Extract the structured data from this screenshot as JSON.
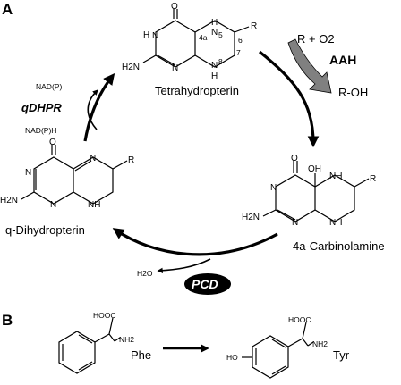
{
  "panels": {
    "a": "A",
    "b": "B"
  },
  "compounds": {
    "tetrahydropterin": "Tetrahydropterin",
    "carbinolamine": "4a-Carbinolamine",
    "dihydropterin": "q-Dihydropterin",
    "phe": "Phe",
    "tyr": "Tyr"
  },
  "atoms": {
    "o": "O",
    "oh": "OH",
    "h": "H",
    "n": "N",
    "nh": "NH",
    "h2n": "H2N",
    "r": "R",
    "n4a": "4a",
    "n5": "5",
    "n6": "6",
    "n7": "7",
    "n8": "8",
    "cooh": "HOOC",
    "nh2": "NH2",
    "ho": "HO"
  },
  "reactions": {
    "aah": {
      "enzyme": "AAH",
      "substrate": "R + O2",
      "product": "R-OH"
    },
    "pcd": {
      "enzyme": "PCD",
      "product": "H2O"
    },
    "qdhpr": {
      "enzyme": "qDHPR",
      "cofactor_in": "NAD(P)H",
      "cofactor_out": "NAD(P)"
    }
  },
  "colors": {
    "shuttle_arrow": "#808080",
    "pcd_badge": "#000000"
  }
}
